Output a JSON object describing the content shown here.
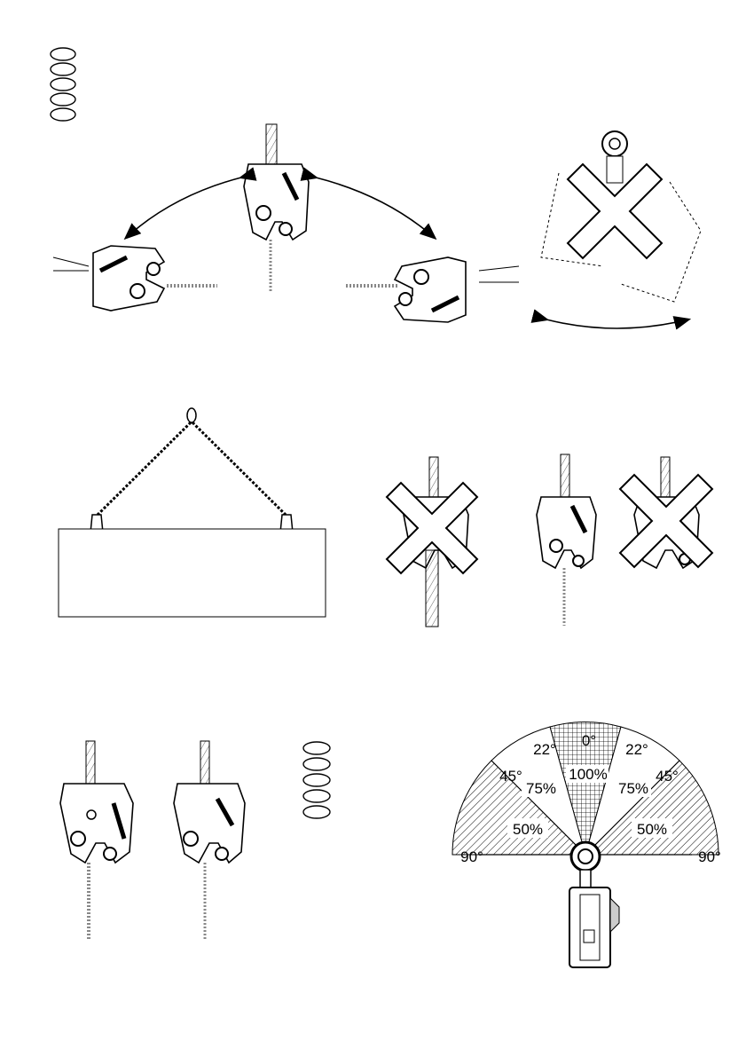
{
  "angle_chart": {
    "angle_labels": {
      "top": "0°",
      "left_22": "22°",
      "right_22": "22°",
      "left_45": "45°",
      "right_45": "45°",
      "left_90": "90°",
      "right_90": "90°"
    },
    "capacity_labels": {
      "center": "100%",
      "left_mid": "75%",
      "right_mid": "75%",
      "left_low": "50%",
      "right_low": "50%"
    }
  },
  "legend_ovals_top": 5,
  "legend_ovals_bottom": 5
}
